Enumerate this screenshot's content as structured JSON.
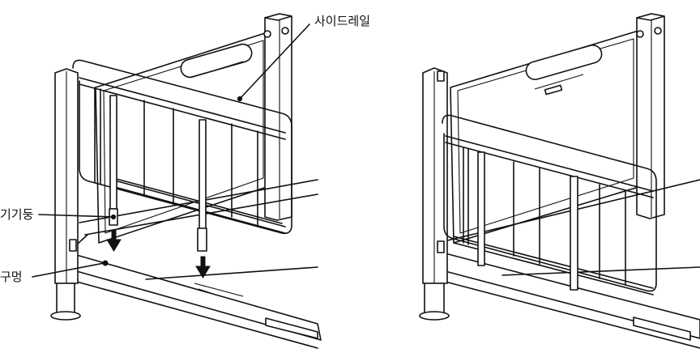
{
  "labels": {
    "side_rail": "사이드레일",
    "pillar": "기기둥",
    "hole": "구멍"
  },
  "colors": {
    "line": "#111111",
    "background": "#ffffff",
    "shade": "#3a3a3a"
  }
}
